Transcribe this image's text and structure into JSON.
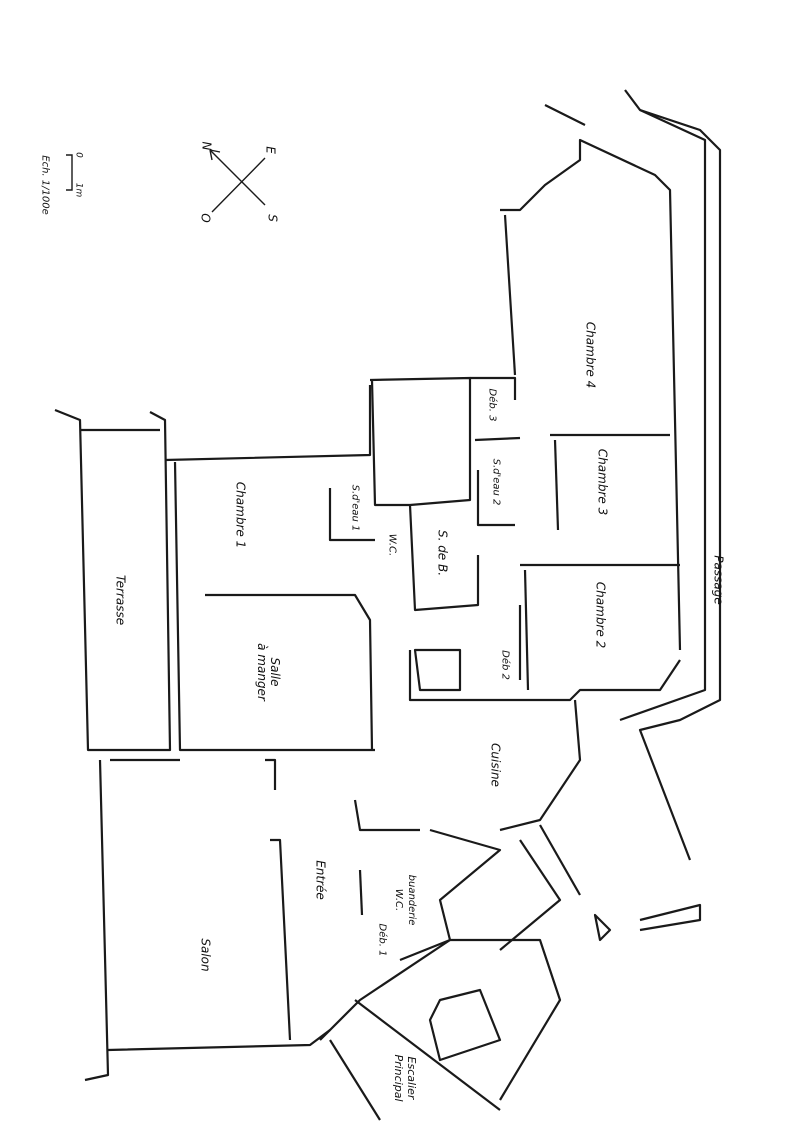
{
  "scale": {
    "label": "Ech. 1/100e",
    "zero": "0",
    "one_meter": "1m"
  },
  "compass": {
    "north": "N",
    "east": "E",
    "south": "S",
    "west": "O"
  },
  "rooms": {
    "chambre4": "Chambre 4",
    "deb3": "Déb. 3",
    "sdeau2": "S.d'eau 2",
    "chambre3": "Chambre 3",
    "chambre2": "Chambre 2",
    "deb2": "Déb 2",
    "sdeb": "S. de B.",
    "wc": "W.C.",
    "sdeau1": "S.d'eau 1",
    "chambre1": "Chambre 1",
    "terrasse": "Terrasse",
    "salle_line1": "Salle",
    "salle_line2": "à manger",
    "cuisine": "Cuisine",
    "passage": "Passage",
    "buanderie_line1": "buanderie",
    "buanderie_line2": "W.C.",
    "entree": "Entrée",
    "deb1": "Déb. 1",
    "salon": "Salon",
    "escalier_line1": "Escalier",
    "escalier_line2": "Principal"
  }
}
